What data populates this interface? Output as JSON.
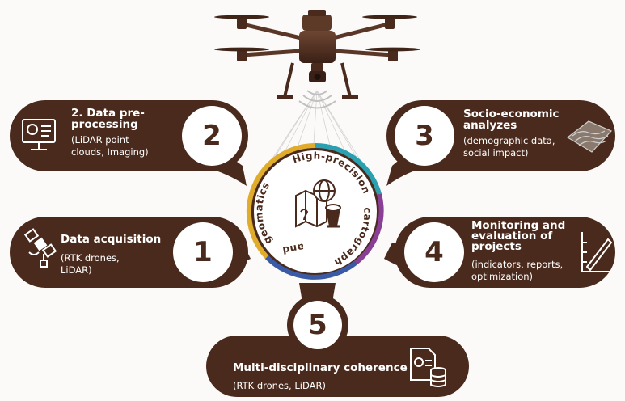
{
  "hub": {
    "text_top": "High-precision",
    "text_right": "cartography",
    "text_bottom": "and",
    "text_left": "geomatics"
  },
  "steps": [
    {
      "number": "1",
      "title": "Data acquisition",
      "subtitle_line1": "(RTK drones,",
      "subtitle_line2": "LiDAR)",
      "icon": "satellite-icon"
    },
    {
      "number": "2",
      "title_line1": "2. Data pre-",
      "title_line2": "processing",
      "subtitle_line1": "(LiDAR point",
      "subtitle_line2": "clouds, Imaging)",
      "icon": "computer-monitor-icon"
    },
    {
      "number": "3",
      "title_line1": "Socio-economic",
      "title_line2": "analyzes",
      "subtitle_line1": "(demographic data,",
      "subtitle_line2": "social impact)",
      "icon": "terrain-map-icon"
    },
    {
      "number": "4",
      "title_line1": "Monitoring and",
      "title_line2": "evaluation of",
      "title_line3": "projects",
      "subtitle_line1": "(indicators, reports,",
      "subtitle_line2": "optimization)",
      "icon": "ruler-square-icon"
    },
    {
      "number": "5",
      "title": "Multi-disciplinary coherence",
      "subtitle": "(RTK drones, LiDAR)",
      "icon": "document-database-icon"
    }
  ],
  "colors": {
    "brown": "#4a2a1c",
    "ring_gold": "#e0ac2c",
    "ring_teal": "#2aa0b0",
    "ring_purple": "#8a3f97",
    "ring_blue": "#3b5aa6",
    "background": "#fbfaf8"
  }
}
